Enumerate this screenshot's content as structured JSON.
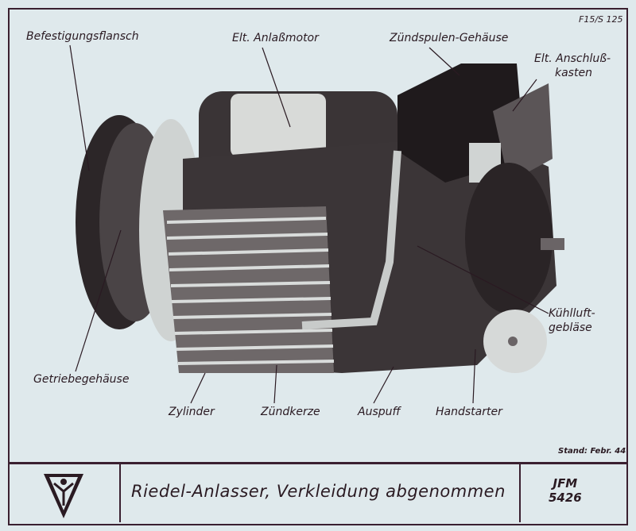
{
  "document": {
    "reference": {
      "top": "F15",
      "bottom": "S",
      "number": "125"
    },
    "labels": {
      "befestigungsflansch": "Befestigungsflansch",
      "anlassmotor": "Elt. Anlaßmotor",
      "zuendspulen": "Zündspulen-Gehäuse",
      "anschluss_1": "Elt. Anschluß-",
      "anschluss_2": "kasten",
      "kuehlluft_1": "Kühlluft-",
      "kuehlluft_2": "gebläse",
      "getriebe": "Getriebegehäuse",
      "zylinder": "Zylinder",
      "zuendkerze": "Zündkerze",
      "auspuff": "Auspuff",
      "handstarter": "Handstarter"
    },
    "stand": "Stand: Febr. 44",
    "title": "Riedel-Anlasser, Verkleidung abgenommen",
    "code_1": "JFM",
    "code_2": "5426"
  }
}
